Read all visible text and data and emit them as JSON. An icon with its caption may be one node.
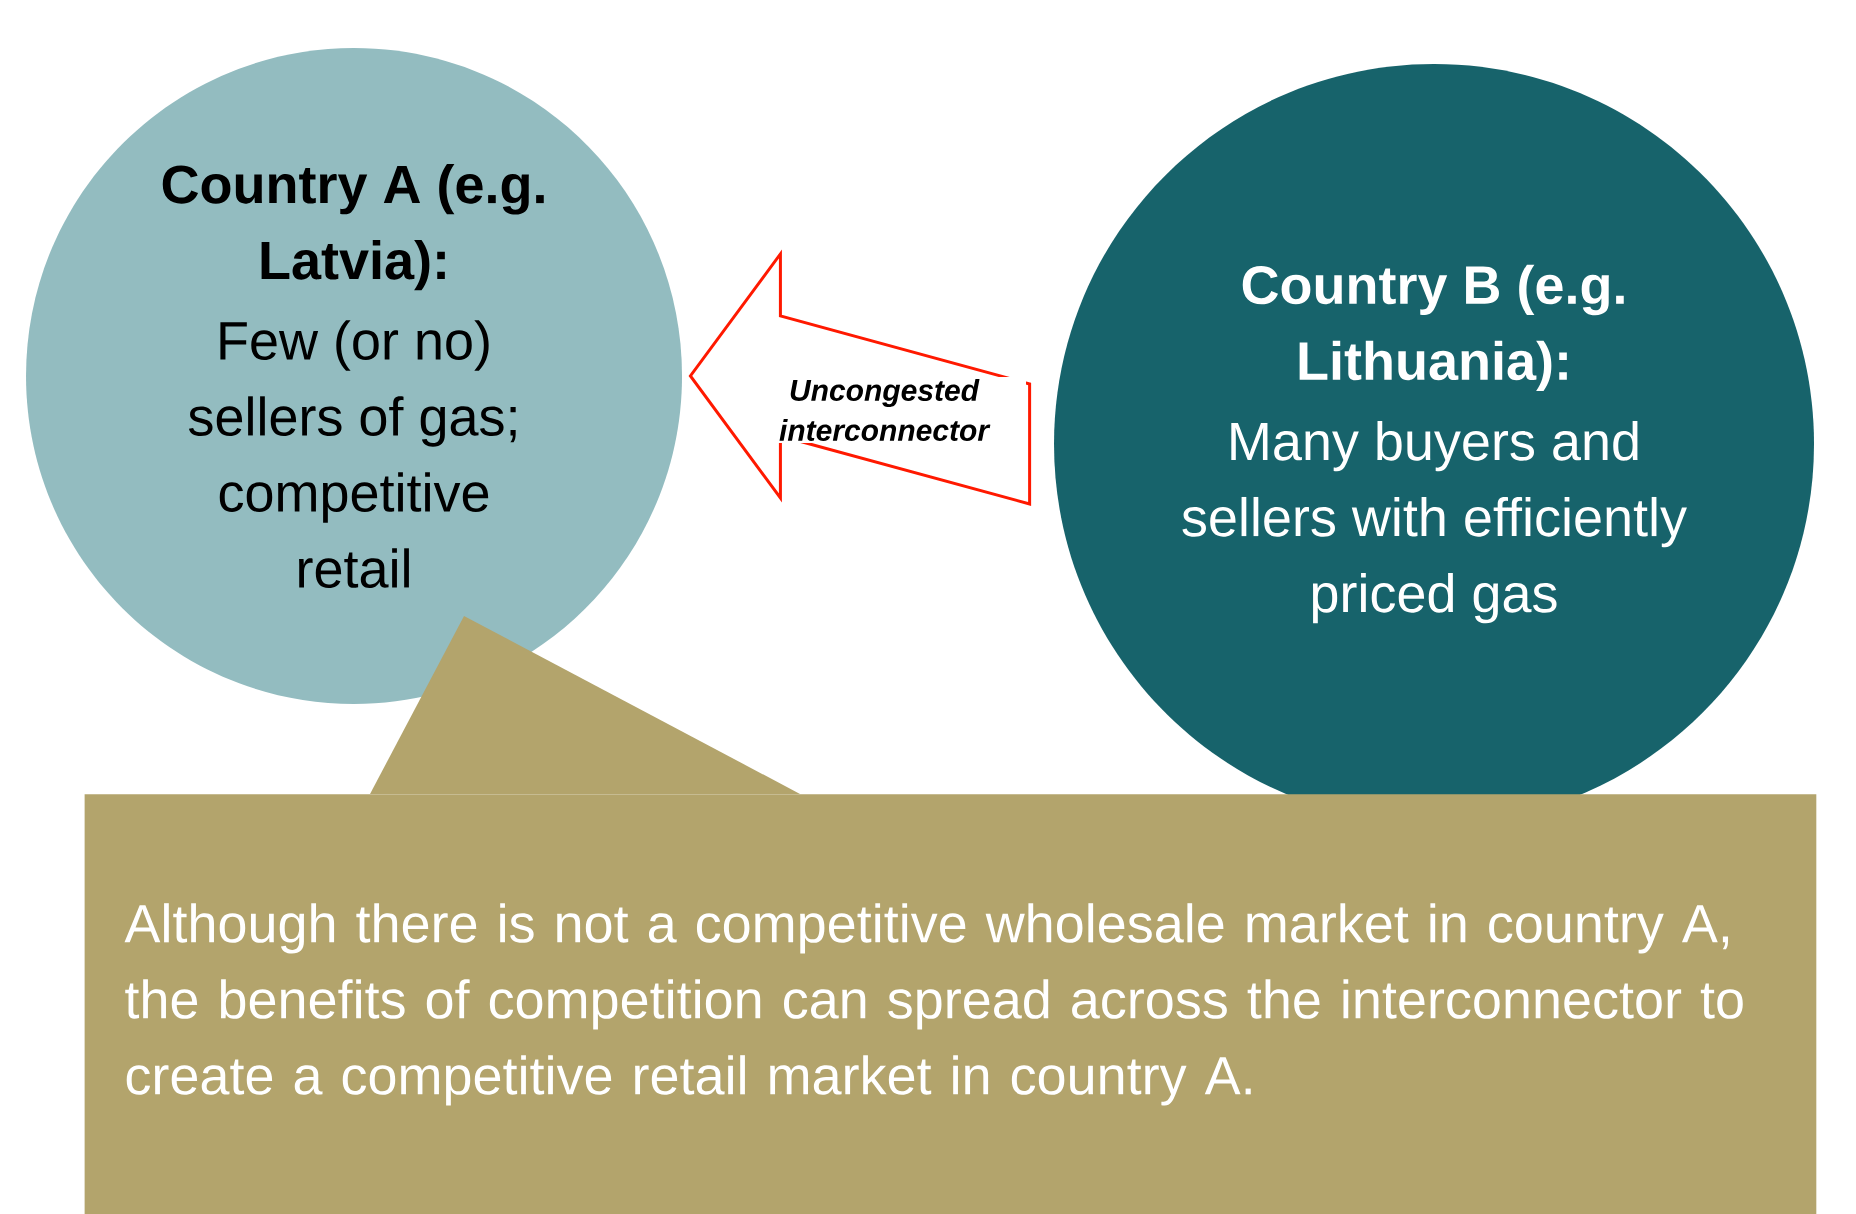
{
  "diagram": {
    "nodes": [
      {
        "text": [
          "Country A (e.g. Latvia):",
          "Few (or no) sellers of gas; competitive retail"
        ]
      },
      {
        "text": [
          "Country B (e.g. Lithuania):",
          "Many buyers and sellers with efficiently priced gas"
        ]
      },
      {
        "text": [
          "Although there is not a competitive wholesale market in country A, the benefits of competition can spread across the interconnector to create a competitive retail market in country A."
        ]
      }
    ],
    "edges": [
      {
        "from": 1,
        "to": 0,
        "arrow": "to",
        "label": "Uncongested interconnector"
      }
    ]
  }
}
